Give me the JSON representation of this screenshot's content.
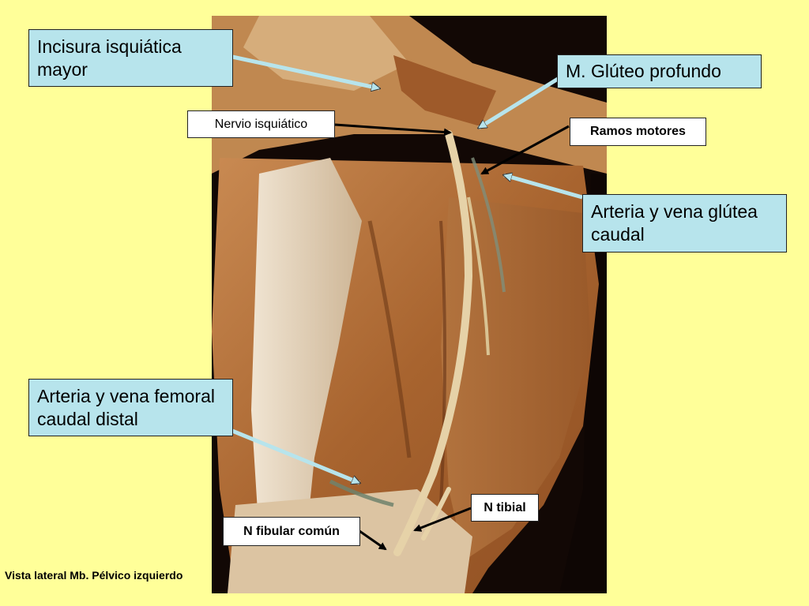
{
  "labels": {
    "incisura": "Incisura isquiática mayor",
    "gluteo": "M. Glúteo profundo",
    "nervio": "Nervio isquiático",
    "ramos": "Ramos motores",
    "arteria_glutea": "Arteria y vena glútea caudal",
    "arteria_femoral": "Arteria y vena femoral caudal distal",
    "n_tibial": "N tibial",
    "n_fibular": "N fibular común"
  },
  "caption": "Vista lateral Mb. Pélvico izquierdo",
  "colors": {
    "background": "#FFFF99",
    "label_box": "#B7E4EC",
    "label_box_small": "#FFFFFF",
    "photo_dark": "#120805",
    "muscle": "#B5713A",
    "nerve": "#E6D2A8",
    "fascia": "#E4D4BC"
  }
}
